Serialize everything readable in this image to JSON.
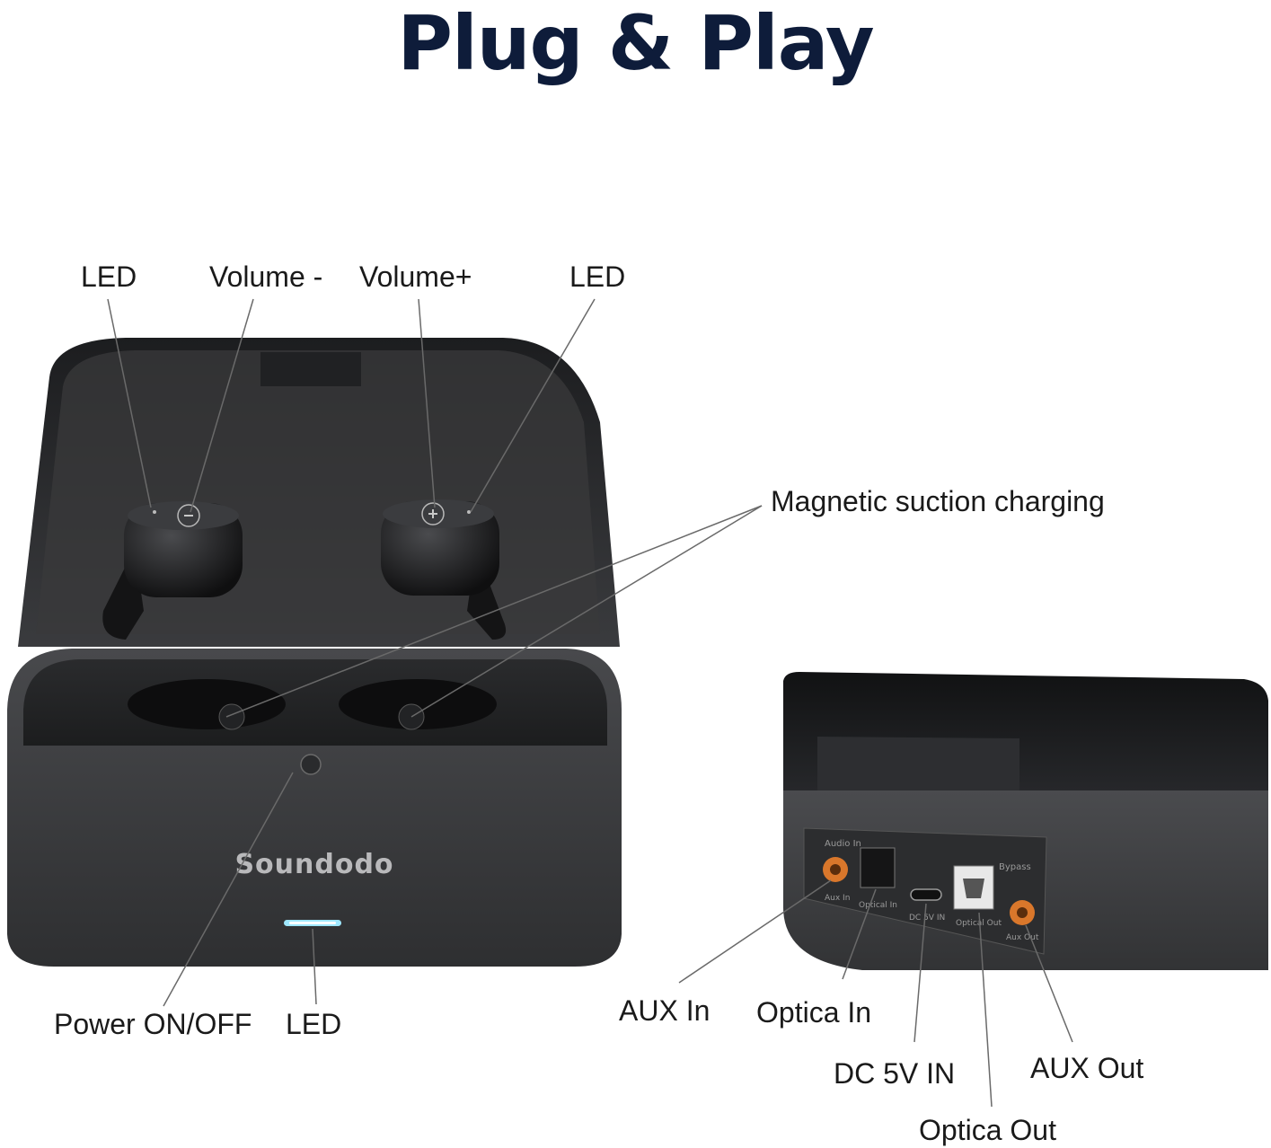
{
  "title": "Plug & Play",
  "brand": "Soundodo",
  "callouts": {
    "led_left": "LED",
    "volume_minus": "Volume -",
    "volume_plus": "Volume+",
    "led_right": "LED",
    "magnetic": "Magnetic suction charging",
    "power": "Power ON/OFF",
    "led_front": "LED",
    "aux_in": "AUX In",
    "optica_in": "Optica In",
    "dc_in": "DC 5V IN",
    "aux_out": "AUX Out",
    "optica_out": "Optica Out"
  },
  "panel_labels": {
    "audio_in": "Audio In",
    "bypass": "Bypass",
    "aux_in_small": "Aux In",
    "optical_in_small": "Optical In",
    "dc_small": "DC 5V IN",
    "optical_out_small": "Optical Out",
    "aux_out_small": "Aux Out"
  },
  "colors": {
    "title": "#0e1c3a",
    "case_body": "#3a3b3d",
    "lid": "#2b2c2e",
    "led_glow": "#9fe8ff",
    "port_orange": "#d9772b"
  }
}
